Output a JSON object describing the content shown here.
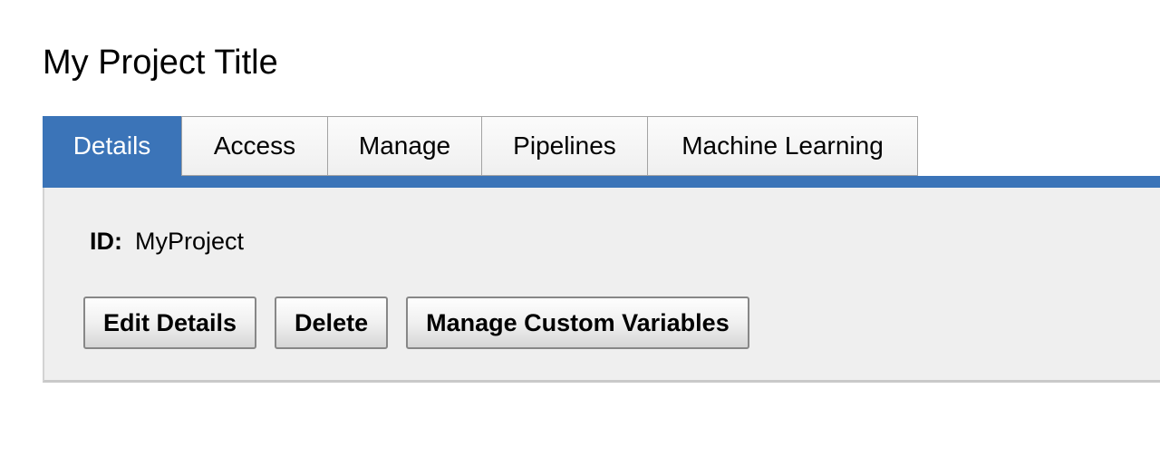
{
  "page": {
    "title": "My Project Title"
  },
  "tabs": [
    {
      "label": "Details",
      "active": true
    },
    {
      "label": "Access",
      "active": false
    },
    {
      "label": "Manage",
      "active": false
    },
    {
      "label": "Pipelines",
      "active": false
    },
    {
      "label": "Machine Learning",
      "active": false
    }
  ],
  "panel": {
    "id_label": "ID:",
    "id_value": "MyProject",
    "buttons": [
      "Edit Details",
      "Delete",
      "Manage Custom Variables"
    ]
  },
  "colors": {
    "accent_blue": "#3B74B8",
    "panel_bg": "#EFEFEF",
    "tab_border": "#A3A3A3",
    "panel_border": "#C9C9C9",
    "button_border": "#878787"
  }
}
